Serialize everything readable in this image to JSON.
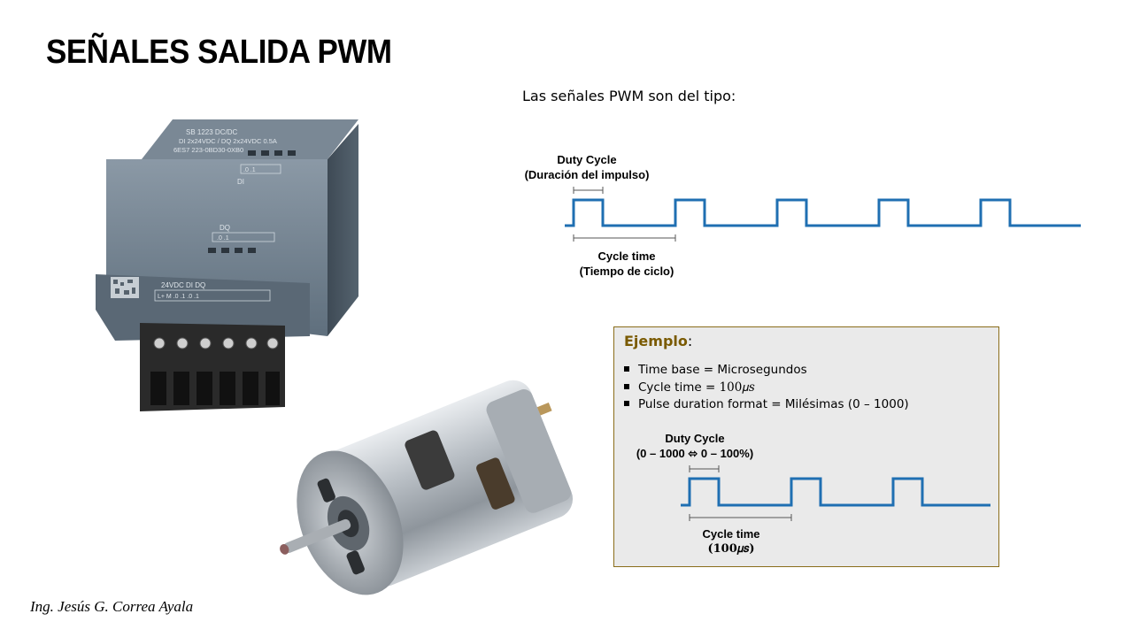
{
  "slide": {
    "title": "SEÑALES SALIDA PWM",
    "intro": "Las señales PWM son del tipo:",
    "author": "Ing. Jesús G. Correa Ayala"
  },
  "main_diagram": {
    "duty_label_1": "Duty Cycle",
    "duty_label_2": "(Duración del impulso)",
    "cycle_label_1": "Cycle time",
    "cycle_label_2": "(Tiempo de ciclo)",
    "pulses": 5
  },
  "example": {
    "title_keyword": "Ejemplo",
    "title_colon": ":",
    "items": [
      {
        "prefix": "Time base = Microsegundos",
        "math": ""
      },
      {
        "prefix": "Cycle time = ",
        "math": "100𝜇𝑠"
      },
      {
        "prefix": "Pulse duration format = Milésimas (0 – 1000)",
        "math": ""
      }
    ],
    "duty_label_1": "Duty Cycle",
    "duty_label_2": "(0 – 1000 ⬄ 0 – 100%)",
    "cycle_label_1": "Cycle time",
    "cycle_label_2": "(100𝜇𝑠)",
    "pulses": 3
  },
  "images": {
    "plc_module_text": [
      "SB 1223 DC/DC",
      "DI 2x24VDC / DQ 2x24VDC 0.5A",
      "6ES7 223-0BD30-0XB0",
      "DI",
      "DQ",
      "24VDC",
      "L+ M"
    ],
    "motor": "dc-motor"
  },
  "colors": {
    "signal": "#1f6fb2",
    "box_border": "#8a6d1a",
    "box_fill": "#eaeaea",
    "keyword": "#7a5a00",
    "module_body": "#6e7e8c",
    "terminal": "#2a2a2a"
  }
}
